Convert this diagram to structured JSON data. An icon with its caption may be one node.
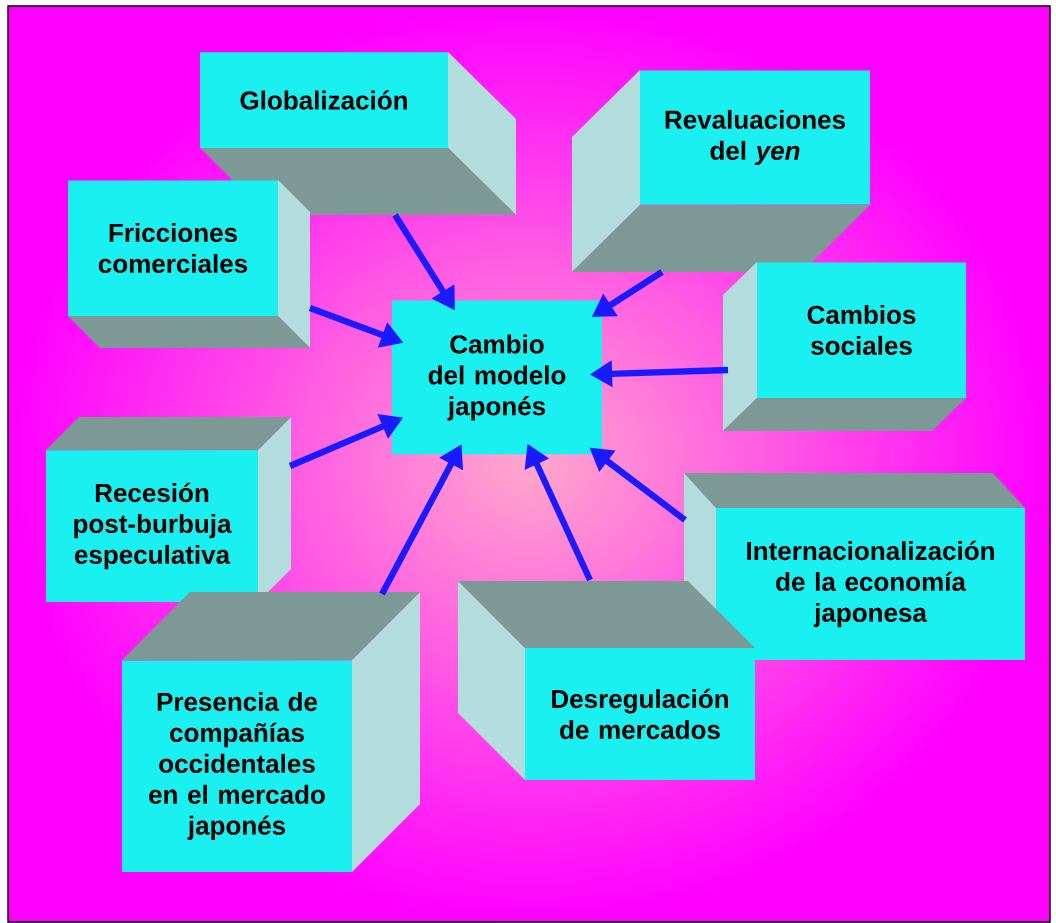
{
  "diagram": {
    "nodes": [
      {
        "text": [
          "Globalización"
        ]
      },
      {
        "text": [
          "Revaluaciones del *yen*"
        ]
      },
      {
        "text": [
          "Fricciones comerciales"
        ]
      },
      {
        "text": [
          "Cambios sociales"
        ]
      },
      {
        "text": [
          "Cambio del modelo japonés"
        ]
      },
      {
        "text": [
          "Recesión post-burbuja especulativa"
        ]
      },
      {
        "text": [
          "Internacionalización de la economía japonesa"
        ]
      },
      {
        "text": [
          "Desregulación de mercados"
        ]
      },
      {
        "text": [
          "Presencia de compañías occidentales en el mercado japonés"
        ]
      }
    ],
    "edges": [
      {
        "from": 0,
        "to": 4,
        "arrow": "to"
      },
      {
        "from": 1,
        "to": 4,
        "arrow": "to"
      },
      {
        "from": 2,
        "to": 4,
        "arrow": "to"
      },
      {
        "from": 3,
        "to": 4,
        "arrow": "to"
      },
      {
        "from": 5,
        "to": 4,
        "arrow": "to"
      },
      {
        "from": 6,
        "to": 4,
        "arrow": "to"
      },
      {
        "from": 7,
        "to": 4,
        "arrow": "to"
      },
      {
        "from": 8,
        "to": 4,
        "arrow": "to"
      }
    ]
  }
}
